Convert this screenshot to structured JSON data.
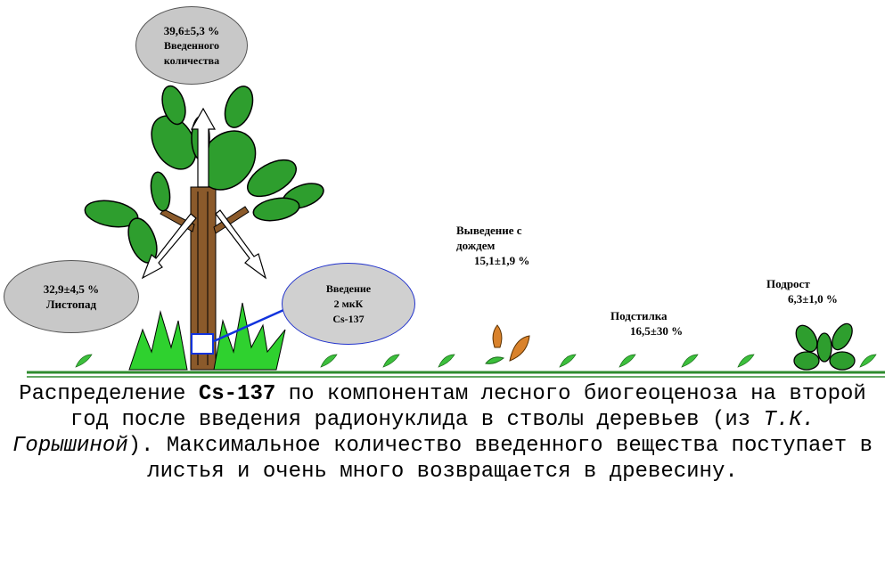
{
  "labels": {
    "leaves": {
      "value": "39,6±5,3 %",
      "line1": "Введенного",
      "line2": "количества"
    },
    "leaf_fall": {
      "value": "32,9±4,5 %",
      "name": "Листопад"
    },
    "injection": {
      "line1": "Введение",
      "line2": "2 мкК",
      "line3": "Cs-137"
    },
    "rain": {
      "line1": "Выведение с",
      "line2": "дождем",
      "value": "15,1±1,9 %"
    },
    "litter": {
      "name": "Подстилка",
      "value": "16,5±30 %"
    },
    "undergrowth": {
      "name": "Подрост",
      "value": "6,3±1,0 %"
    }
  },
  "caption": {
    "p1": "Распределение ",
    "isotope": "Cs-137",
    "p2": " по компонентам лесного биогеоценоза на второй год после введения радионуклида в стволы деревьев (из ",
    "author": "Т.К. Горышиной",
    "p3": "). Максимальное количество введенного вещества поступает в листья и очень много возвращается в древесину."
  },
  "colors": {
    "leaf": "#2e9e2e",
    "trunk": "#8b5a2b",
    "ground": "#2e8b2e",
    "oval": "#c8c8c8",
    "arrow_blue": "#1133dd"
  }
}
